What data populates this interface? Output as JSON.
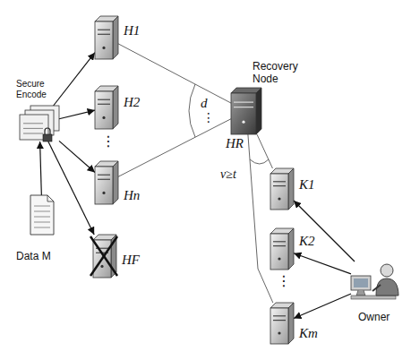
{
  "diagram": {
    "nodes": [
      {
        "text": [
          "Secure Encode"
        ]
      },
      {
        "text": [
          "Data M"
        ]
      },
      {
        "text": [
          "H1"
        ]
      },
      {
        "text": [
          "H2"
        ]
      },
      {
        "text": [
          "Hn"
        ]
      },
      {
        "text": [
          "HF"
        ]
      },
      {
        "text": [
          "Recovery Node",
          "HR"
        ]
      },
      {
        "text": [
          "K1"
        ]
      },
      {
        "text": [
          "K2"
        ]
      },
      {
        "text": [
          "Km"
        ]
      },
      {
        "text": [
          "Owner"
        ]
      }
    ],
    "edges": [
      {
        "from": 1,
        "to": 0,
        "arrow": "to"
      },
      {
        "from": 0,
        "to": 2,
        "arrow": "to"
      },
      {
        "from": 0,
        "to": 3,
        "arrow": "to"
      },
      {
        "from": 0,
        "to": 4,
        "arrow": "to"
      },
      {
        "from": 0,
        "to": 5,
        "arrow": "to"
      },
      {
        "from": 2,
        "to": 6,
        "arrow": "none"
      },
      {
        "from": 4,
        "to": 6,
        "arrow": "none"
      },
      {
        "from": 7,
        "to": 6,
        "arrow": "none"
      },
      {
        "from": 9,
        "to": 6,
        "arrow": "none"
      },
      {
        "from": 10,
        "to": 7,
        "arrow": "to"
      },
      {
        "from": 10,
        "to": 8,
        "arrow": "to"
      },
      {
        "from": 10,
        "to": 9,
        "arrow": "to"
      }
    ],
    "labels": [
      "⋮",
      "⋮",
      "d",
      "⋮",
      "v≥t"
    ]
  }
}
